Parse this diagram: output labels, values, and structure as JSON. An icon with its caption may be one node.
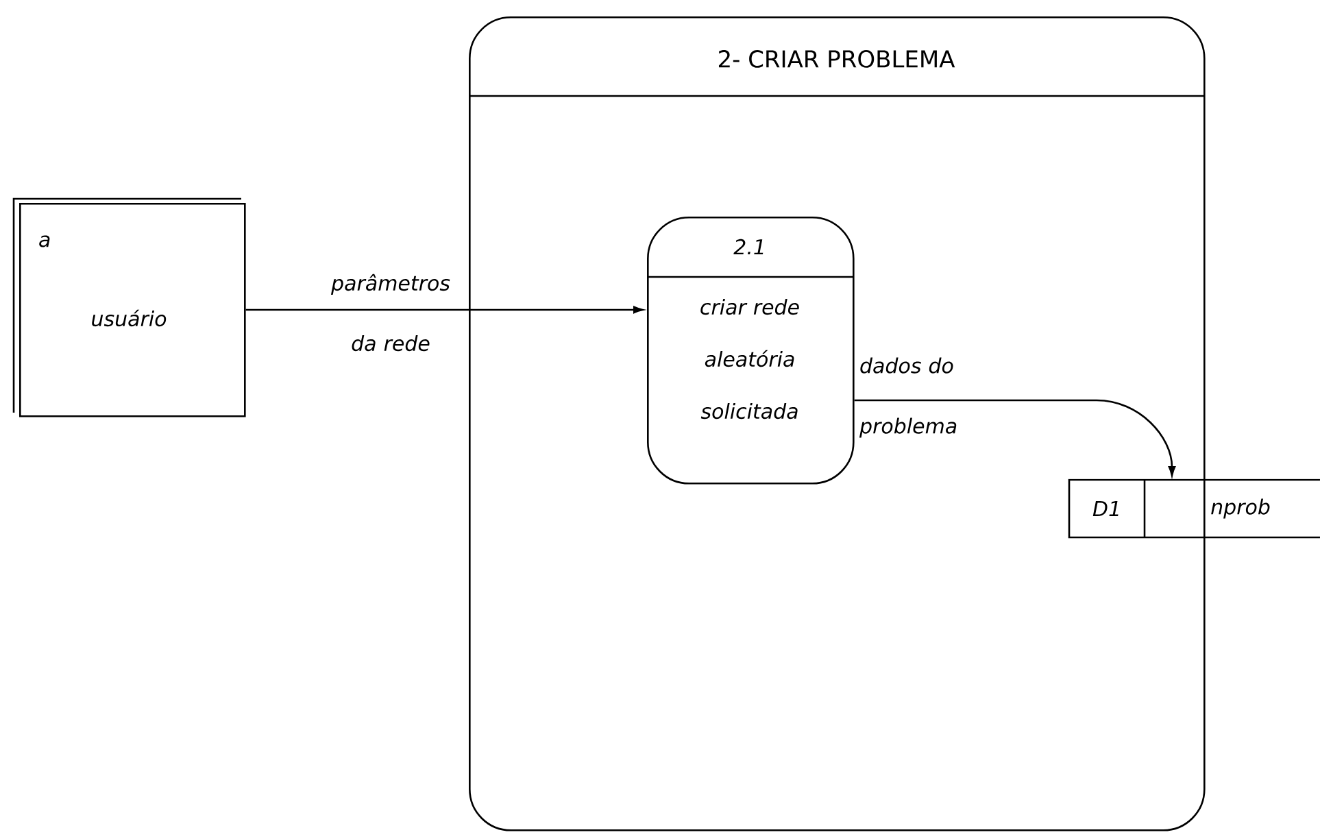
{
  "diagram": {
    "nodes": [
      {
        "text": [
          "2- CRIAR PROBLEMA"
        ]
      },
      {
        "text": [
          "a",
          "usuário"
        ]
      },
      {
        "text": [
          "2.1",
          "criar rede aleatória solicitada"
        ],
        "in": 0
      },
      {
        "text": [
          "D1",
          "nprob"
        ]
      }
    ],
    "edges": [
      {
        "from": 1,
        "to": 2,
        "arrow": "to",
        "label": "parâmetros da rede"
      },
      {
        "from": 2,
        "to": 3,
        "arrow": "to",
        "label": "dados do problema"
      }
    ]
  }
}
